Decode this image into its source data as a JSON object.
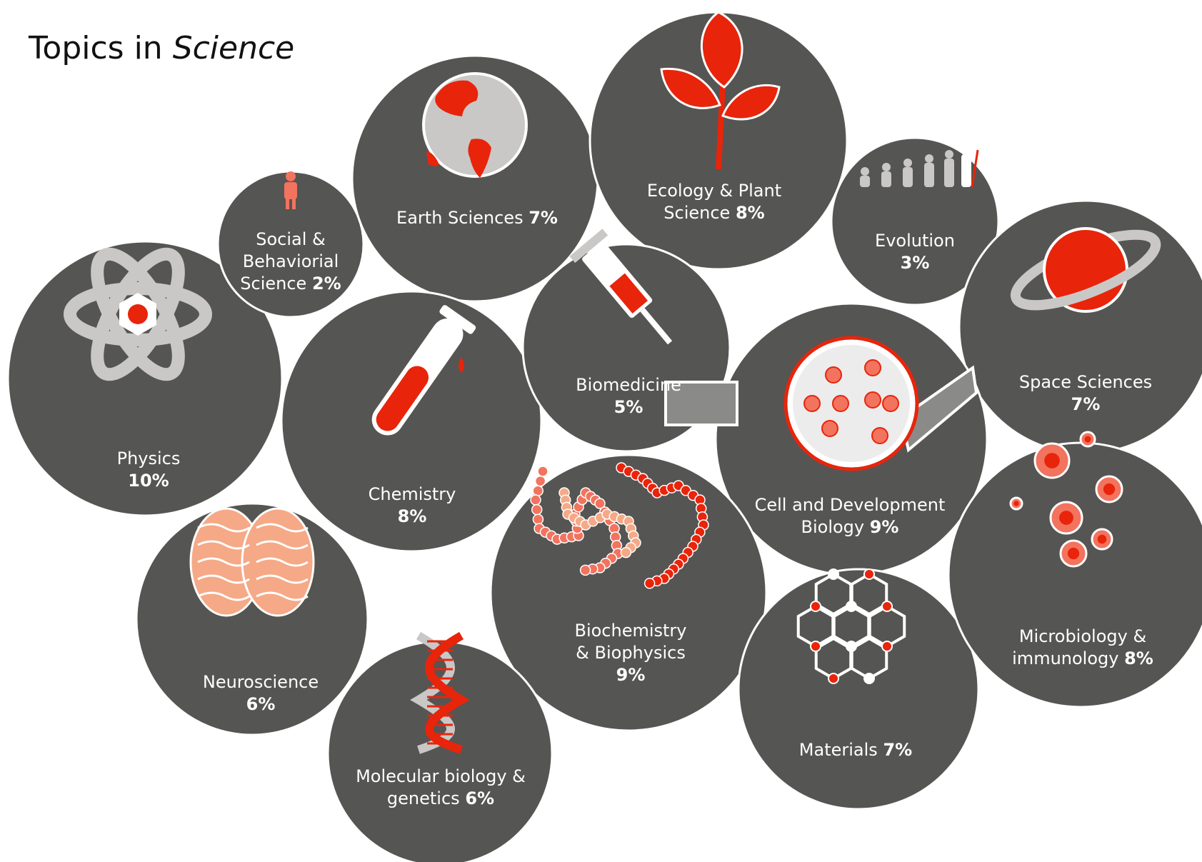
{
  "title": {
    "text": "Topics in ",
    "italic": "Science"
  },
  "colors": {
    "bubble": "#555553",
    "accent": "#e8240b",
    "light": "#c9c8c6",
    "salmon": "#f2735e",
    "peach": "#f5a987",
    "white": "#ffffff"
  },
  "topics": [
    {
      "id": "physics",
      "icon": "atom-icon",
      "lines": [
        [
          "Physics",
          ""
        ],
        [
          "",
          "10%"
        ]
      ]
    },
    {
      "id": "social",
      "icon": "person-icon",
      "lines": [
        [
          "Social &",
          ""
        ],
        [
          "Behaviorial",
          ""
        ],
        [
          "Science ",
          "2%"
        ]
      ]
    },
    {
      "id": "earth",
      "icon": "globe-icon",
      "lines": [
        [
          "Earth Sciences ",
          "7%"
        ]
      ]
    },
    {
      "id": "ecology",
      "icon": "leaf-icon",
      "lines": [
        [
          "Ecology & Plant",
          ""
        ],
        [
          "Science ",
          "8%"
        ]
      ]
    },
    {
      "id": "evolution",
      "icon": "evolution-icon",
      "lines": [
        [
          "Evolution",
          ""
        ],
        [
          "",
          "3%"
        ]
      ]
    },
    {
      "id": "space",
      "icon": "planet-icon",
      "lines": [
        [
          "Space Sciences",
          ""
        ],
        [
          "",
          "7%"
        ]
      ]
    },
    {
      "id": "chemistry",
      "icon": "test-tube-icon",
      "lines": [
        [
          "Chemistry",
          ""
        ],
        [
          "",
          "8%"
        ]
      ]
    },
    {
      "id": "biomedicine",
      "icon": "syringe-icon",
      "lines": [
        [
          "Biomedicine",
          ""
        ],
        [
          "",
          "5%"
        ]
      ]
    },
    {
      "id": "cell",
      "icon": "microscope-slide-icon",
      "lines": [
        [
          "Cell and Development",
          ""
        ],
        [
          "Biology  ",
          "9%"
        ]
      ]
    },
    {
      "id": "neuro",
      "icon": "brain-icon",
      "lines": [
        [
          "Neuroscience",
          ""
        ],
        [
          "",
          "6%"
        ]
      ]
    },
    {
      "id": "biochem",
      "icon": "protein-chain-icon",
      "lines": [
        [
          "Biochemistry",
          ""
        ],
        [
          "& Biophysics",
          ""
        ],
        [
          "",
          "9%"
        ]
      ]
    },
    {
      "id": "materials",
      "icon": "molecular-lattice-icon",
      "lines": [
        [
          "Materials ",
          "7%"
        ]
      ]
    },
    {
      "id": "micro",
      "icon": "microbes-icon",
      "lines": [
        [
          "Microbiology &",
          ""
        ],
        [
          "immunology ",
          "8%"
        ]
      ]
    },
    {
      "id": "molbio",
      "icon": "dna-icon",
      "lines": [
        [
          "Molecular biology &",
          ""
        ],
        [
          "genetics ",
          "6%"
        ]
      ]
    }
  ]
}
